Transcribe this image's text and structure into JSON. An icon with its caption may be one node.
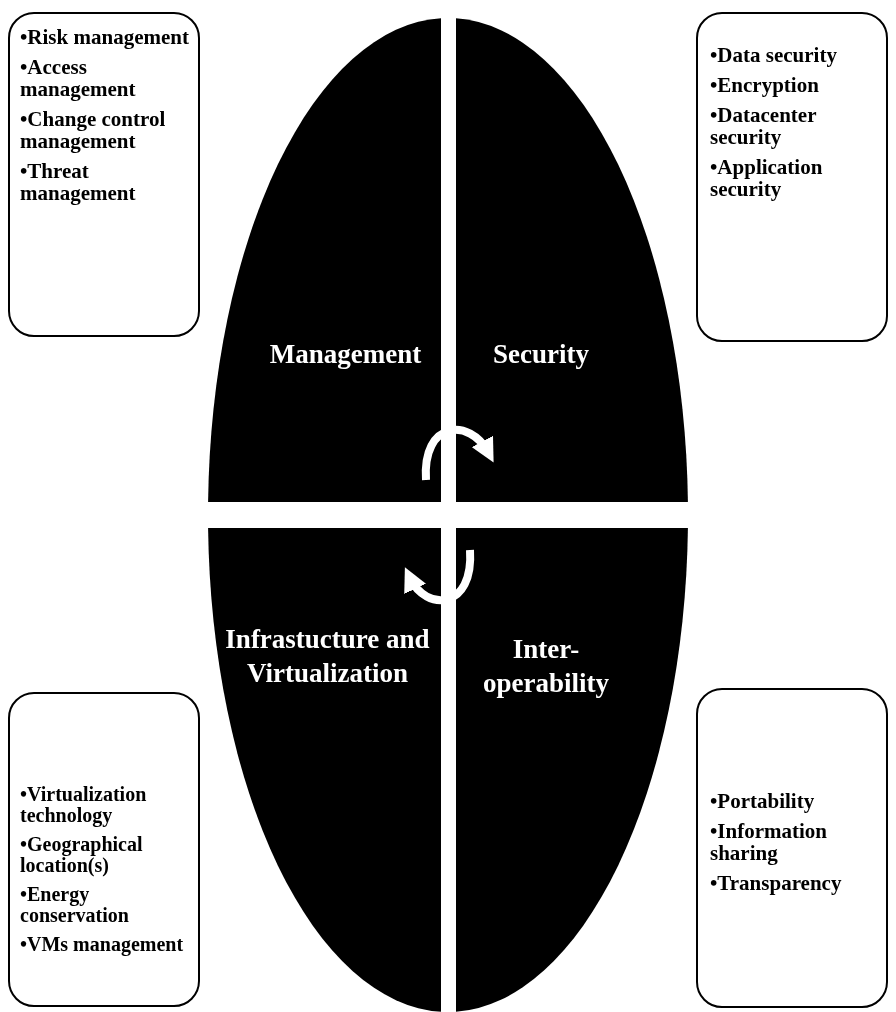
{
  "diagram": {
    "nodes": [
      {
        "text": [
          "Management"
        ]
      },
      {
        "text": [
          "Security"
        ]
      },
      {
        "text": [
          "Infrastucture and Virtualization"
        ]
      },
      {
        "text": [
          "Inter- operability"
        ]
      },
      {
        "text": [
          "•Risk management",
          "•Access management",
          "•Change control management",
          "•Threat management"
        ]
      },
      {
        "text": [
          "•Data security",
          "•Encryption",
          "•Datacenter security",
          "•Application security"
        ]
      },
      {
        "text": [
          "•Virtualization technology",
          "•Geographical location(s)",
          "•Energy conservation",
          "•VMs management"
        ]
      },
      {
        "text": [
          "•Portability",
          "•Information sharing",
          "•Transparency"
        ]
      }
    ],
    "edges": [
      {
        "from": 0,
        "to": 1,
        "arrow": "to"
      },
      {
        "from": 3,
        "to": 2,
        "arrow": "to"
      }
    ]
  }
}
